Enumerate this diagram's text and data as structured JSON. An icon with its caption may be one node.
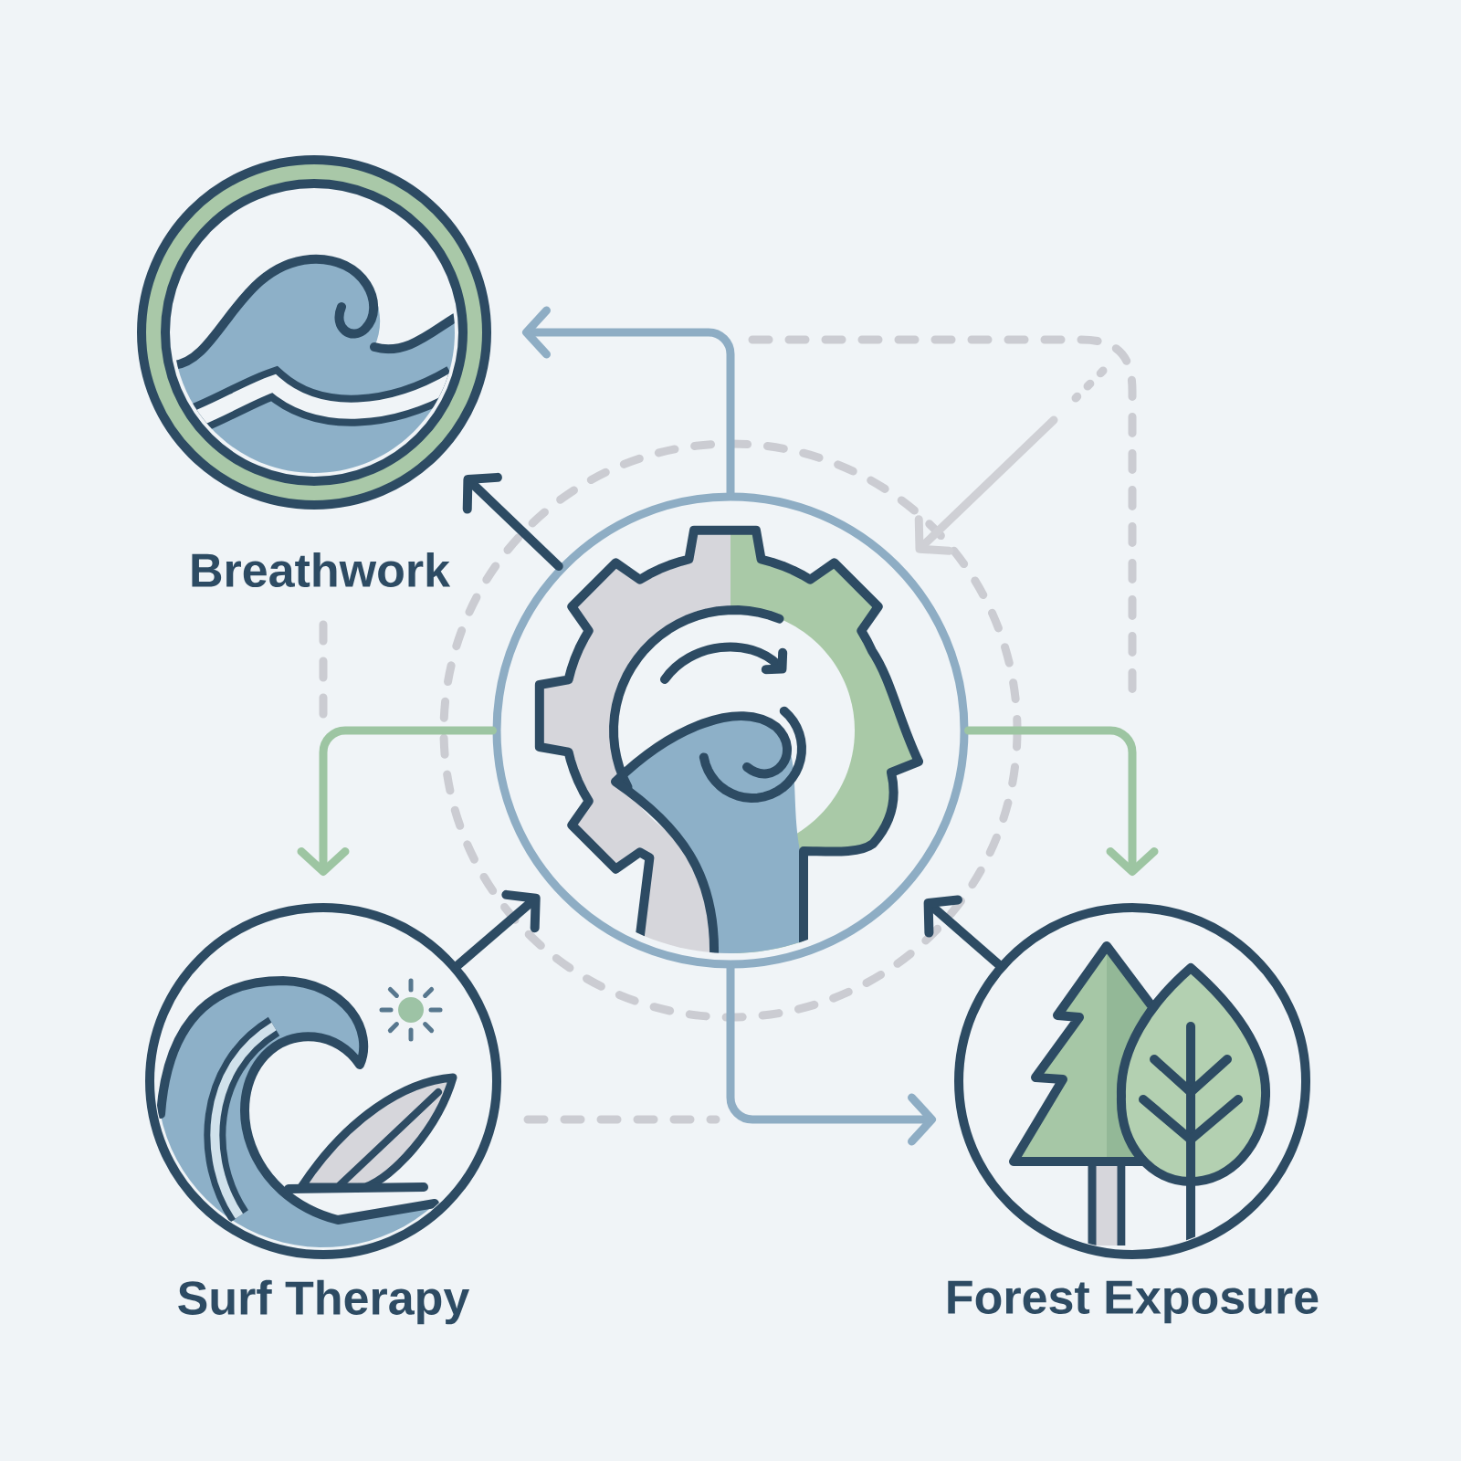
{
  "diagram": {
    "nodes": [
      {
        "text": [
          "Breathwork"
        ]
      },
      {
        "text": [],
        "shape": "circle"
      },
      {
        "text": [
          "Surf Therapy"
        ]
      },
      {
        "text": [
          "Forest Exposure"
        ]
      }
    ],
    "edges": [
      {
        "from": 1,
        "to": 0,
        "arrow": "to"
      },
      {
        "from": 1,
        "to": 0,
        "arrow": "to",
        "color": "#8eadc4"
      },
      {
        "from": 1,
        "to": 2,
        "arrow": "to",
        "color": "#9dc5a2"
      },
      {
        "from": 1,
        "to": 3,
        "arrow": "to",
        "color": "#9dc5a2"
      },
      {
        "from": 2,
        "to": 1,
        "arrow": "to"
      },
      {
        "from": 3,
        "to": 1,
        "arrow": "to"
      },
      {
        "from": 1,
        "to": 3,
        "arrow": "to",
        "color": "#8eadc4"
      },
      {
        "from": null,
        "to": 1,
        "arrow": "to",
        "color": "#cfd0d5"
      }
    ]
  }
}
